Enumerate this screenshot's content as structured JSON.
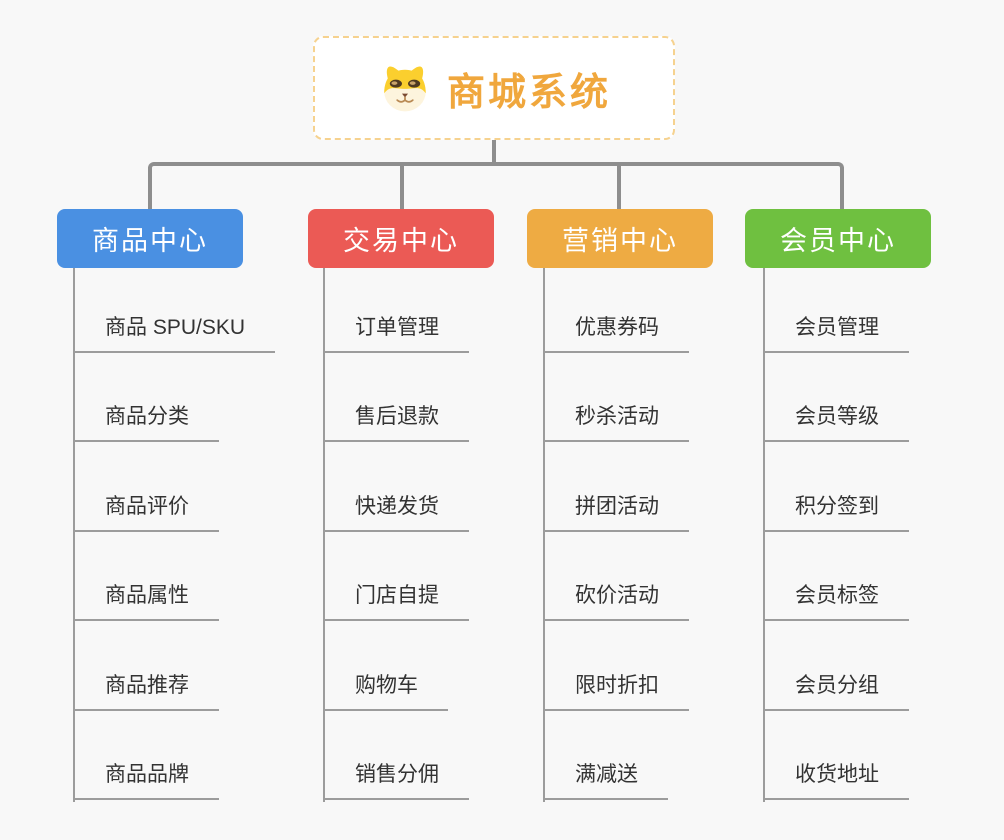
{
  "root": {
    "title": "商城系统",
    "icon": "dog-face-icon",
    "title_color": "#f0a73d",
    "border_color": "#f6d28f"
  },
  "connector_color": "#8e8e8e",
  "underline_color": "#9c9c9c",
  "tree": {
    "branches": [
      {
        "label": "商品中心",
        "color": "#4a90e2",
        "items": [
          "商品 SPU/SKU",
          "商品分类",
          "商品评价",
          "商品属性",
          "商品推荐",
          "商品品牌"
        ]
      },
      {
        "label": "交易中心",
        "color": "#eb5a55",
        "items": [
          "订单管理",
          "售后退款",
          "快递发货",
          "门店自提",
          "购物车",
          "销售分佣"
        ]
      },
      {
        "label": "营销中心",
        "color": "#eeab43",
        "items": [
          "优惠券码",
          "秒杀活动",
          "拼团活动",
          "砍价活动",
          "限时折扣",
          "满减送"
        ]
      },
      {
        "label": "会员中心",
        "color": "#6fc040",
        "items": [
          "会员管理",
          "会员等级",
          "积分签到",
          "会员标签",
          "会员分组",
          "收货地址"
        ]
      }
    ]
  }
}
